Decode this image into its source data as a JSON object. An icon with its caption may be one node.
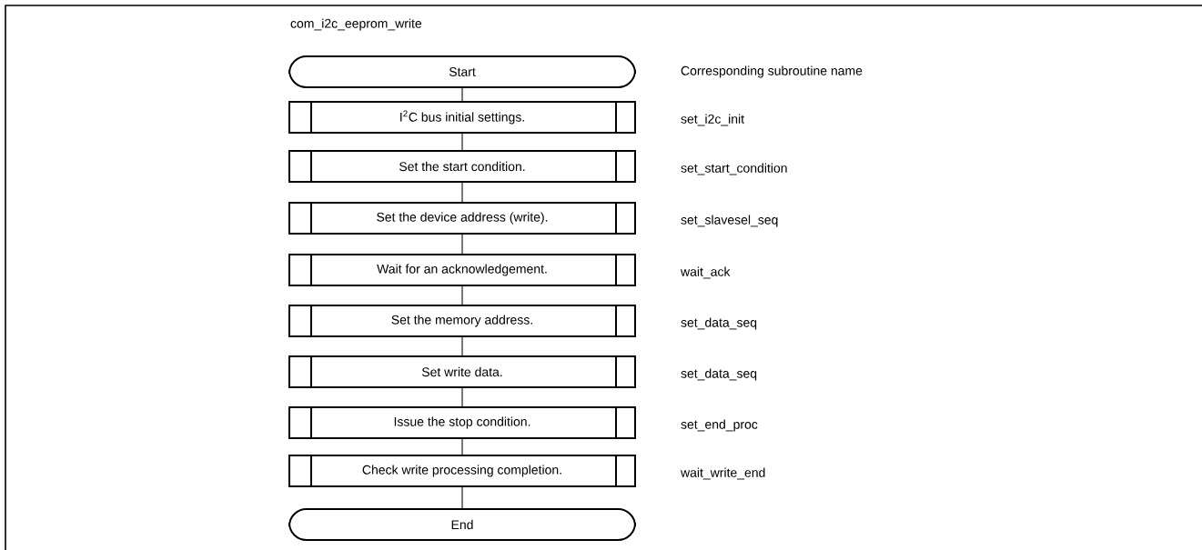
{
  "diagram": {
    "title": "com_i2c_eeprom_write",
    "nodes": [
      {
        "text": [
          "Start"
        ]
      },
      {
        "text": [
          "I$^{2}$C bus initial settings."
        ],
        "beside": [
          "set_i2c_init"
        ]
      },
      {
        "text": [
          "Set the start condition."
        ],
        "beside": [
          "set_start_condition"
        ]
      },
      {
        "text": [
          "Set the device address (write)."
        ],
        "beside": [
          "set_slavesel_seq"
        ]
      },
      {
        "text": [
          "Wait for an acknowledgement."
        ],
        "beside": [
          "wait_ack"
        ]
      },
      {
        "text": [
          "Set the memory address."
        ],
        "beside": [
          "set_data_seq"
        ]
      },
      {
        "text": [
          "Set write data."
        ],
        "beside": [
          "set_data_seq"
        ]
      },
      {
        "text": [
          "Issue the stop condition."
        ],
        "beside": [
          "set_end_proc"
        ]
      },
      {
        "text": [
          "Check write processing completion."
        ],
        "beside": [
          "wait_write_end"
        ]
      },
      {
        "text": [
          "End"
        ]
      }
    ],
    "edges": [
      {
        "from": 0,
        "to": 1,
        "arrow": "none"
      },
      {
        "from": 1,
        "to": 2,
        "arrow": "none"
      },
      {
        "from": 2,
        "to": 3,
        "arrow": "none"
      },
      {
        "from": 3,
        "to": 4,
        "arrow": "none"
      },
      {
        "from": 4,
        "to": 5,
        "arrow": "none"
      },
      {
        "from": 5,
        "to": 6,
        "arrow": "none"
      },
      {
        "from": 6,
        "to": 7,
        "arrow": "none"
      },
      {
        "from": 7,
        "to": 8,
        "arrow": "none"
      },
      {
        "from": 8,
        "to": 9,
        "arrow": "none"
      }
    ],
    "labels": [
      "Corresponding subroutine name"
    ]
  }
}
